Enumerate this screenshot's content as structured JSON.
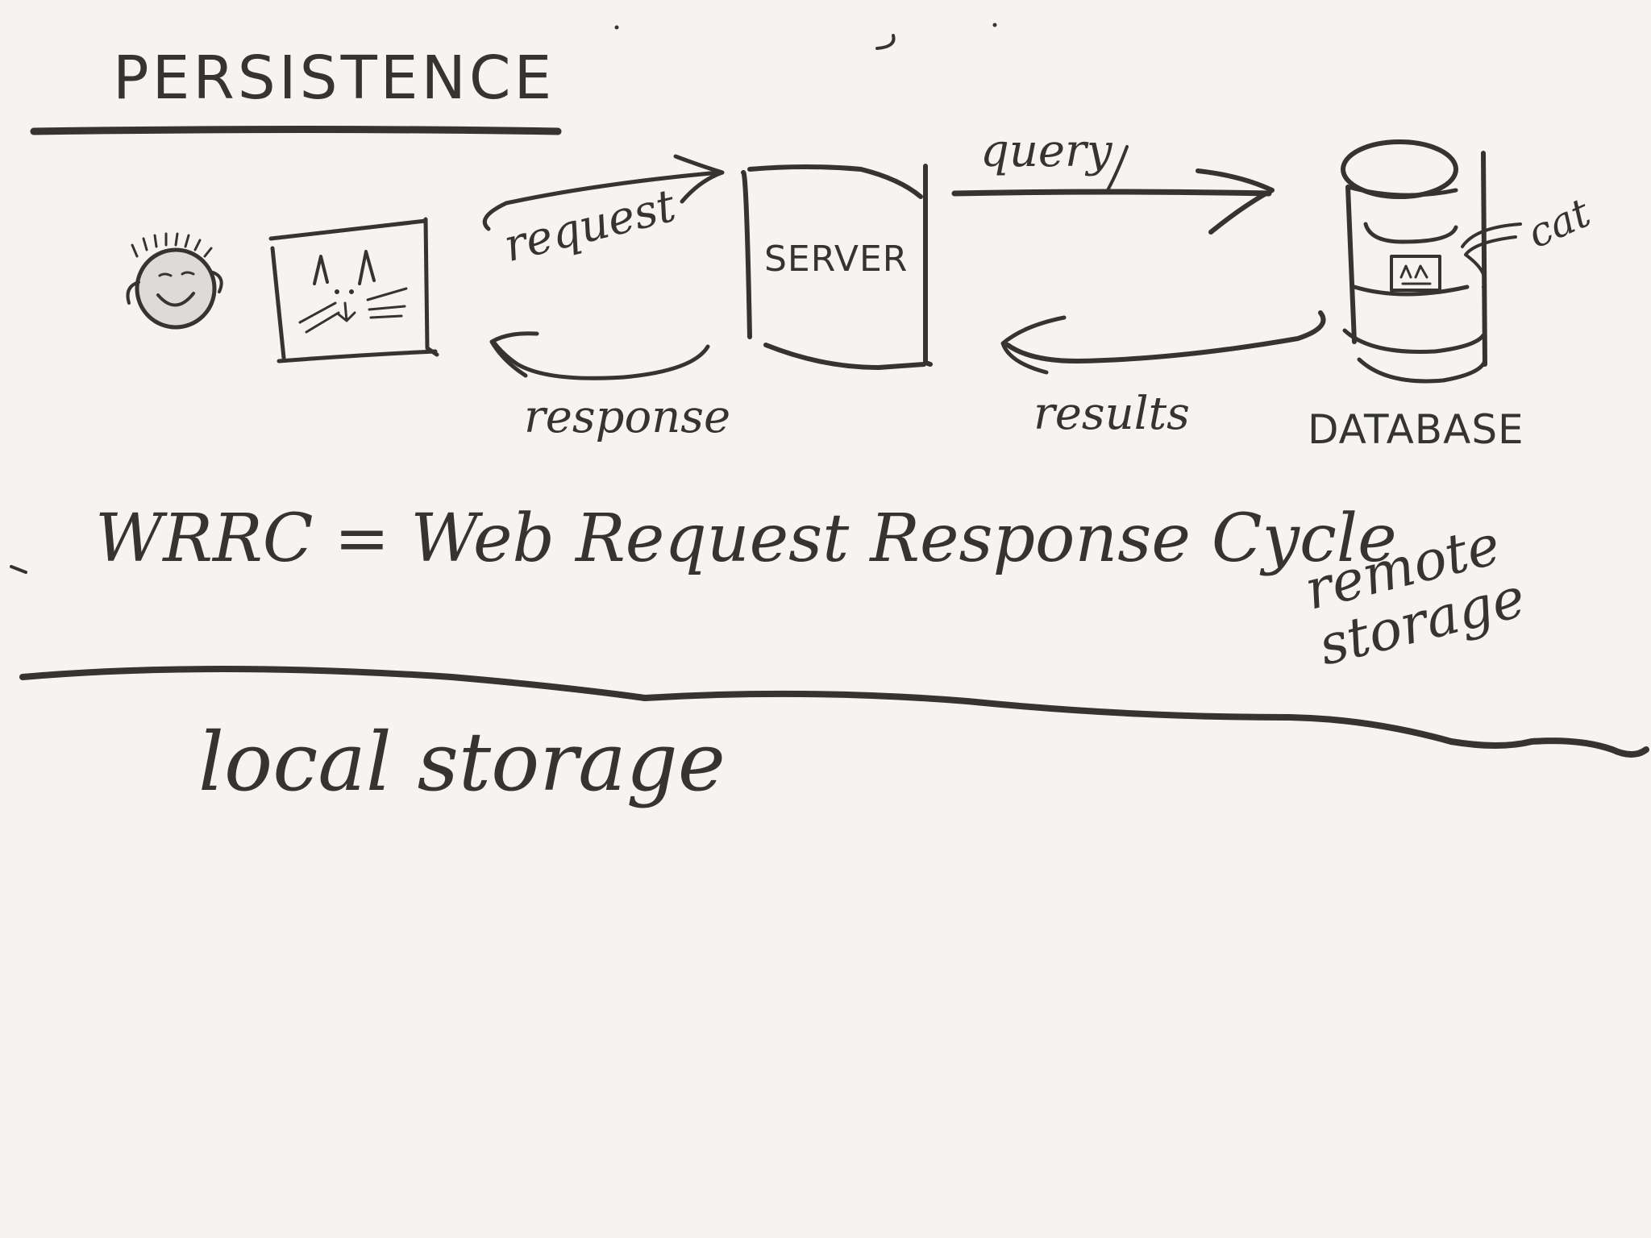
{
  "title": "PERSISTENCE",
  "labels": {
    "request": "request",
    "response": "response",
    "server": "SERVER",
    "query": "query",
    "results": "results",
    "database": "DATABASE",
    "cat": "cat"
  },
  "definition": "WRRC = Web Request Response Cycle",
  "remote_storage": "remote storage",
  "local_storage": "local storage",
  "icons": [
    "user-face-icon",
    "browser-window-icon",
    "server-icon",
    "database-cylinder-icon",
    "cat-record-icon"
  ],
  "colors": {
    "background": "#f5f4f0",
    "ink": "#353433"
  }
}
